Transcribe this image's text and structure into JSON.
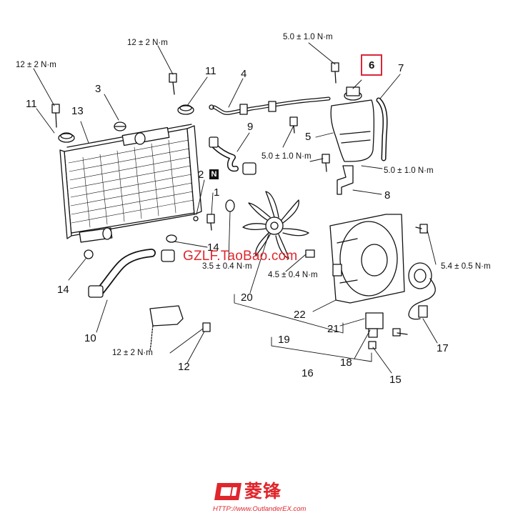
{
  "callouts": {
    "c1": "1",
    "c2": "2",
    "c3": "3",
    "c4": "4",
    "c5": "5",
    "c6": "6",
    "c7": "7",
    "c8": "8",
    "c9": "9",
    "c10": "10",
    "c11a": "11",
    "c11b": "11",
    "c12": "12",
    "c13": "13",
    "c14a": "14",
    "c14b": "14",
    "c15": "15",
    "c16": "16",
    "c17": "17",
    "c18": "18",
    "c19": "19",
    "c20": "20",
    "c21": "21",
    "c22": "22"
  },
  "torques": {
    "t_top_left": "12 ± 2 N·m",
    "t_top_mid": "12 ± 2 N·m",
    "t_tank_top": "5.0 ± 1.0 N·m",
    "t_tank_left": "5.0 ± 1.0 N·m",
    "t_tank_right": "5.0 ± 1.0 N·m",
    "t_fan_bolt": "3.5 ± 0.4 N·m",
    "t_fan_motor": "4.5 ± 0.4 N·m",
    "t_shroud": "5.4 ± 0.5 N·m",
    "t_bottom": "12 ± 2 N·m"
  },
  "n_marker": "N",
  "watermark": "GZLF.TaoBao.com",
  "logo": {
    "text": "菱锋",
    "url": "HTTP://www.OutlanderEX.com"
  },
  "colors": {
    "line": "#111111",
    "highlight_box": "#d9263a",
    "watermark": "#e0262d"
  }
}
